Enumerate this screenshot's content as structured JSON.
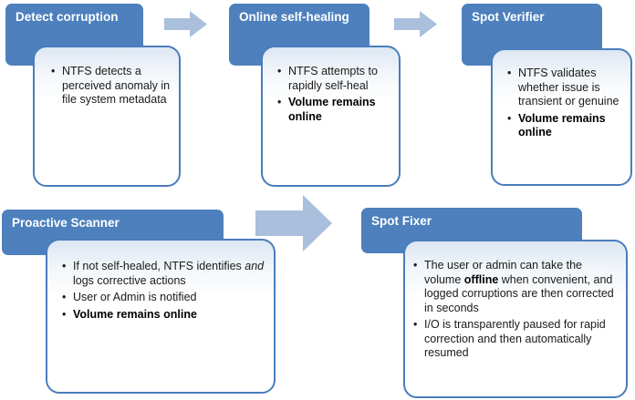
{
  "stages": [
    {
      "title": "Detect corruption",
      "bullets": [
        {
          "segments": [
            {
              "text": "NTFS detects a perceived anomaly in file system metadata"
            }
          ]
        }
      ]
    },
    {
      "title": "Online self-healing",
      "bullets": [
        {
          "segments": [
            {
              "text": "NTFS attempts to rapidly self-heal"
            }
          ]
        },
        {
          "segments": [
            {
              "text": "Volume remains online",
              "bold": true
            }
          ]
        }
      ]
    },
    {
      "title": "Spot Verifier",
      "bullets": [
        {
          "segments": [
            {
              "text": "NTFS validates whether issue is transient or genuine"
            }
          ]
        },
        {
          "segments": [
            {
              "text": "Volume remains online",
              "bold": true
            }
          ]
        }
      ]
    },
    {
      "title": "Proactive Scanner",
      "bullets": [
        {
          "segments": [
            {
              "text": "If not self-healed, NTFS identifies "
            },
            {
              "text": "and",
              "italic": true
            },
            {
              "text": " logs corrective actions"
            }
          ]
        },
        {
          "segments": [
            {
              "text": "User or Admin is notified"
            }
          ]
        },
        {
          "segments": [
            {
              "text": "Volume remains online",
              "bold": true
            }
          ]
        }
      ]
    },
    {
      "title": "Spot Fixer",
      "bullets": [
        {
          "segments": [
            {
              "text": "The user or admin can take the volume "
            },
            {
              "text": "offline",
              "bold": true
            },
            {
              "text": " when convenient, and logged corruptions are then corrected in seconds"
            }
          ]
        },
        {
          "segments": [
            {
              "text": "I/O is transparently paused for rapid correction and then automatically resumed"
            }
          ]
        }
      ]
    }
  ],
  "arrows": [
    {
      "name": "arrow-right-icon",
      "between": "Detect corruption > Online self-healing"
    },
    {
      "name": "arrow-right-icon",
      "between": "Online self-healing > Spot Verifier"
    },
    {
      "name": "arrow-right-icon",
      "between": "Proactive Scanner > Spot Fixer"
    }
  ],
  "colors": {
    "header_fill": "#4d80bd",
    "box_border": "#4a7dbc",
    "box_tint": "#dce6f2",
    "arrow_fill": "#aabfdc",
    "header_text": "#ffffff",
    "body_text": "#1a1a1a",
    "background": "#ffffff"
  }
}
